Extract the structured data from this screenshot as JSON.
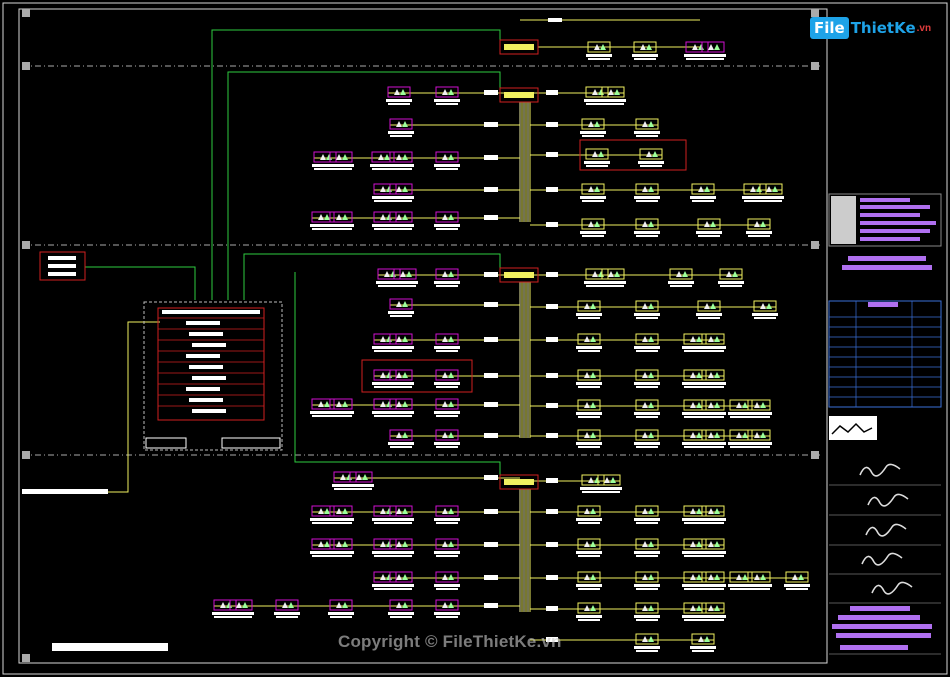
{
  "logo": {
    "box_text": "File",
    "rest_text": "ThietKe",
    "suffix": ".vn"
  },
  "watermark": "Copyright © FileThietKe.vn",
  "colors": {
    "background": "#000000",
    "frame": "#d9d9d9",
    "wire_green": "#2ecc40",
    "wire_yellow": "#f0f060",
    "device_magenta": "#d010d0",
    "panel_red": "#d02020",
    "label_white": "#ffffff",
    "titleblock_purple": "#b070f0",
    "titleblock_blue": "#3a6fd8"
  },
  "icons": [
    "fixture-icon",
    "signature-mark"
  ]
}
